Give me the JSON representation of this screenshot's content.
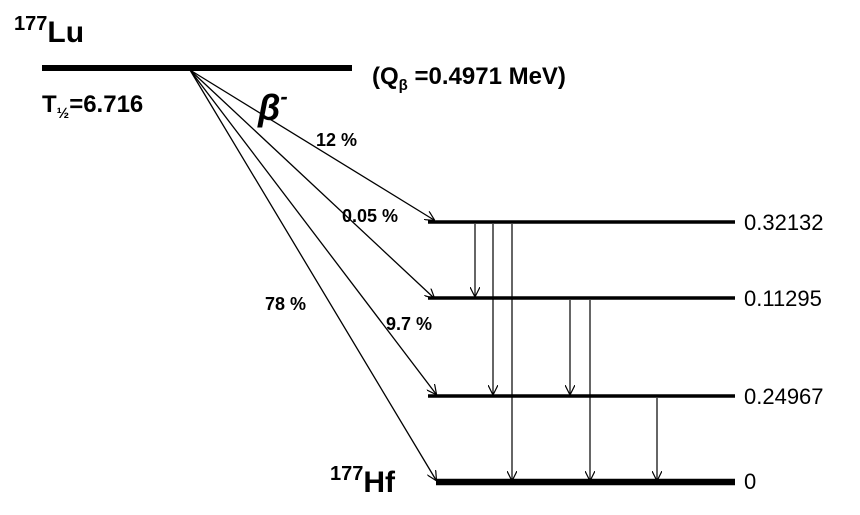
{
  "parent": {
    "mass": "177",
    "element": "Lu",
    "half_life_label": "T",
    "half_life_sub": "½",
    "half_life_value": "=6.716"
  },
  "decay": {
    "mode_symbol": "β",
    "mode_sign": "-",
    "q_value_open": "(Q",
    "q_value_sub": "β",
    "q_value_rest": " =0.4971 MeV)"
  },
  "daughter": {
    "mass": "177",
    "element": "Hf"
  },
  "levels": [
    {
      "energy_label": "0.32132"
    },
    {
      "energy_label": "0.11295"
    },
    {
      "energy_label": "0.24967"
    },
    {
      "energy_label": "0"
    }
  ],
  "branches": [
    {
      "intensity": "12 %",
      "to_level": 0
    },
    {
      "intensity": "0.05 %",
      "to_level": 1
    },
    {
      "intensity": "9.7 %",
      "to_level": 2
    },
    {
      "intensity": "78 %",
      "to_level": 3
    }
  ],
  "gamma_transitions": [
    {
      "from": 0,
      "to": 1
    },
    {
      "from": 0,
      "to": 2
    },
    {
      "from": 0,
      "to": 3
    },
    {
      "from": 1,
      "to": 2
    },
    {
      "from": 1,
      "to": 3
    },
    {
      "from": 2,
      "to": 3
    }
  ],
  "colors": {
    "line": "#000000",
    "background": "#ffffff"
  }
}
